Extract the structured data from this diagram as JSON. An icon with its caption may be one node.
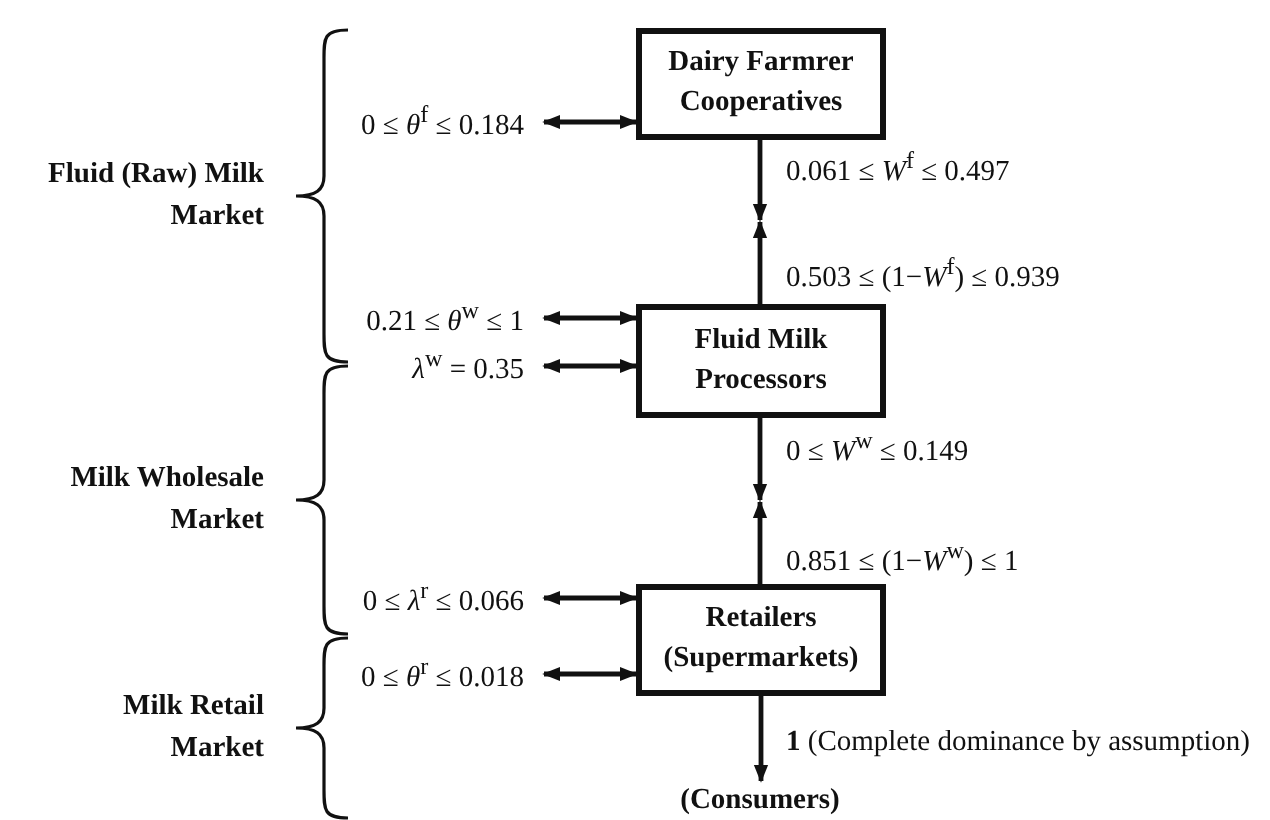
{
  "diagram": {
    "nodes": [
      {
        "text": [
          "0 ≤ *θ*$^{f}$ ≤ 0.184"
        ]
      },
      {
        "text": [
          "Dairy Farmrer Cooperatives"
        ]
      },
      {
        "text": [
          "0.21 ≤ *θ*$^{w}$ ≤ 1"
        ]
      },
      {
        "text": [
          "*λ*$^{w}$ = 0.35"
        ]
      },
      {
        "text": [
          "Fluid Milk Processors"
        ]
      },
      {
        "text": [
          "0 ≤ *λ*$^{r}$ ≤ 0.066"
        ]
      },
      {
        "text": [
          "0 ≤ *θ*$^{r}$ ≤ 0.018"
        ]
      },
      {
        "text": [
          "Retailers (Supermarkets)"
        ]
      },
      {
        "text": [
          "(Consumers)"
        ]
      }
    ],
    "edges": [
      {
        "from": 0,
        "to": 1,
        "arrow": "both"
      },
      {
        "from": 2,
        "to": 4,
        "arrow": "both"
      },
      {
        "from": 3,
        "to": 4,
        "arrow": "both"
      },
      {
        "from": 5,
        "to": 7,
        "arrow": "both"
      },
      {
        "from": 6,
        "to": 7,
        "arrow": "both"
      },
      {
        "from": 1,
        "to": null,
        "arrow": "to",
        "label": "0.061 ≤ *W*$^{f}$ ≤ 0.497"
      },
      {
        "from": 4,
        "to": null,
        "arrow": "to",
        "label": "0.503 ≤ (1−*W*$^{f}$) ≤ 0.939"
      },
      {
        "from": 4,
        "to": null,
        "arrow": "to",
        "label": "0 ≤ *W*$^{w}$ ≤ 0.149"
      },
      {
        "from": 7,
        "to": null,
        "arrow": "to",
        "label": "0.851 ≤ (1−*W*$^{w}$) ≤ 1"
      },
      {
        "from": 7,
        "to": 8,
        "arrow": "to",
        "label": "**1** (Complete dominance by assumption)"
      }
    ],
    "labels": [
      "Fluid (Raw) Milk Market",
      "Milk Wholesale Market",
      "Milk Retail Market"
    ]
  }
}
